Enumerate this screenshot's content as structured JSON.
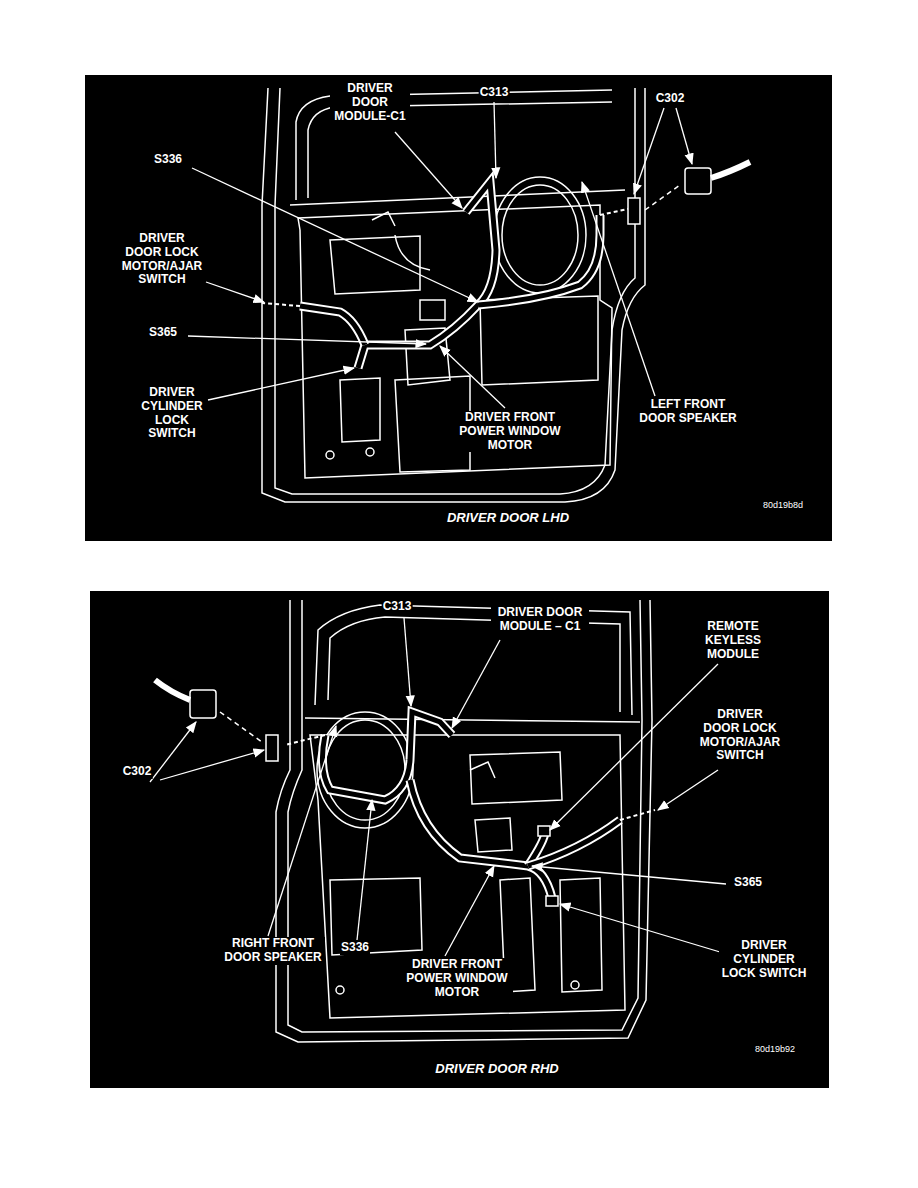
{
  "diagram": {
    "nodes": [
      {
        "text": [
          "DRIVER DOOR LHD",
          "80d19b8d"
        ]
      },
      {
        "text": [
          "DRIVER DOOR RHD",
          "80d19b92"
        ]
      }
    ],
    "labels": [
      "DRIVER DOOR MODULE-C1",
      "C313",
      "C302",
      "S336",
      "DRIVER DOOR LOCK MOTOR/AJAR SWITCH",
      "S365",
      "DRIVER CYLINDER LOCK SWITCH",
      "DRIVER FRONT POWER WINDOW MOTOR",
      "LEFT FRONT DOOR SPEAKER",
      "C313",
      "DRIVER DOOR MODULE – C1",
      "REMOTE KEYLESS MODULE",
      "DRIVER DOOR LOCK MOTOR/AJAR SWITCH",
      "C302",
      "S365",
      "RIGHT FRONT DOOR SPEAKER",
      "S336",
      "DRIVER FRONT POWER WINDOW MOTOR",
      "DRIVER CYLINDER LOCK SWITCH"
    ]
  }
}
